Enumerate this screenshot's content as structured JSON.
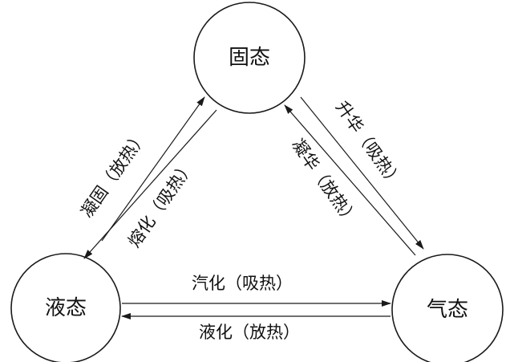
{
  "nodes": {
    "solid": {
      "label": "固态"
    },
    "liquid": {
      "label": "液态"
    },
    "gas": {
      "label": "气态"
    }
  },
  "transitions": {
    "freezing": {
      "label": "凝固（放热）",
      "from": "liquid",
      "to": "solid"
    },
    "melting": {
      "label": "熔化（吸热）",
      "from": "solid",
      "to": "liquid"
    },
    "sublimation": {
      "label": "升华（吸热）",
      "from": "solid",
      "to": "gas"
    },
    "deposition": {
      "label": "凝华（放热）",
      "from": "gas",
      "to": "solid"
    },
    "vaporization": {
      "label": "汽化（吸热）",
      "from": "liquid",
      "to": "gas"
    },
    "liquefaction": {
      "label": "液化（放热）",
      "from": "gas",
      "to": "liquid"
    }
  },
  "colors": {
    "stroke": "#1a1a1a",
    "text": "#111111",
    "background": "#ffffff"
  }
}
